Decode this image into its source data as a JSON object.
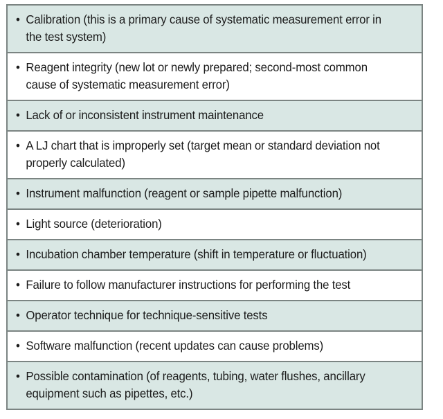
{
  "table": {
    "bullet_glyph": "•",
    "shade_color": "#d9e7e4",
    "plain_color": "#ffffff",
    "border_color": "#7b8482",
    "text_color": "#1c1c1c",
    "rows": [
      {
        "index": 1,
        "shaded": true,
        "lines": 2,
        "text": "Calibration (this is a primary cause of systematic measurement error in the test system)"
      },
      {
        "index": 2,
        "shaded": false,
        "lines": 2,
        "text": "Reagent integrity (new lot or newly prepared; second-most common cause of systematic measurement error)"
      },
      {
        "index": 3,
        "shaded": true,
        "lines": 1,
        "text": "Lack of or inconsistent instrument maintenance"
      },
      {
        "index": 4,
        "shaded": false,
        "lines": 2,
        "text": "A LJ chart that is improperly set (target mean or standard deviation not properly calculated)"
      },
      {
        "index": 5,
        "shaded": true,
        "lines": 1,
        "text": "Instrument malfunction (reagent or sample pipette malfunction)"
      },
      {
        "index": 6,
        "shaded": false,
        "lines": 1,
        "text": "Light source (deterioration)"
      },
      {
        "index": 7,
        "shaded": true,
        "lines": 1,
        "text": "Incubation chamber temperature (shift in temperature or fluctuation)"
      },
      {
        "index": 8,
        "shaded": false,
        "lines": 1,
        "text": "Failure to follow manufacturer instructions for performing the test"
      },
      {
        "index": 9,
        "shaded": true,
        "lines": 1,
        "text": "Operator technique for technique-sensitive tests"
      },
      {
        "index": 10,
        "shaded": false,
        "lines": 1,
        "text": "Software malfunction (recent updates can cause problems)"
      },
      {
        "index": 11,
        "shaded": true,
        "lines": 2,
        "text": "Possible contamination (of reagents, tubing, water flushes, ancillary equipment such as pipettes, etc.)"
      }
    ]
  }
}
